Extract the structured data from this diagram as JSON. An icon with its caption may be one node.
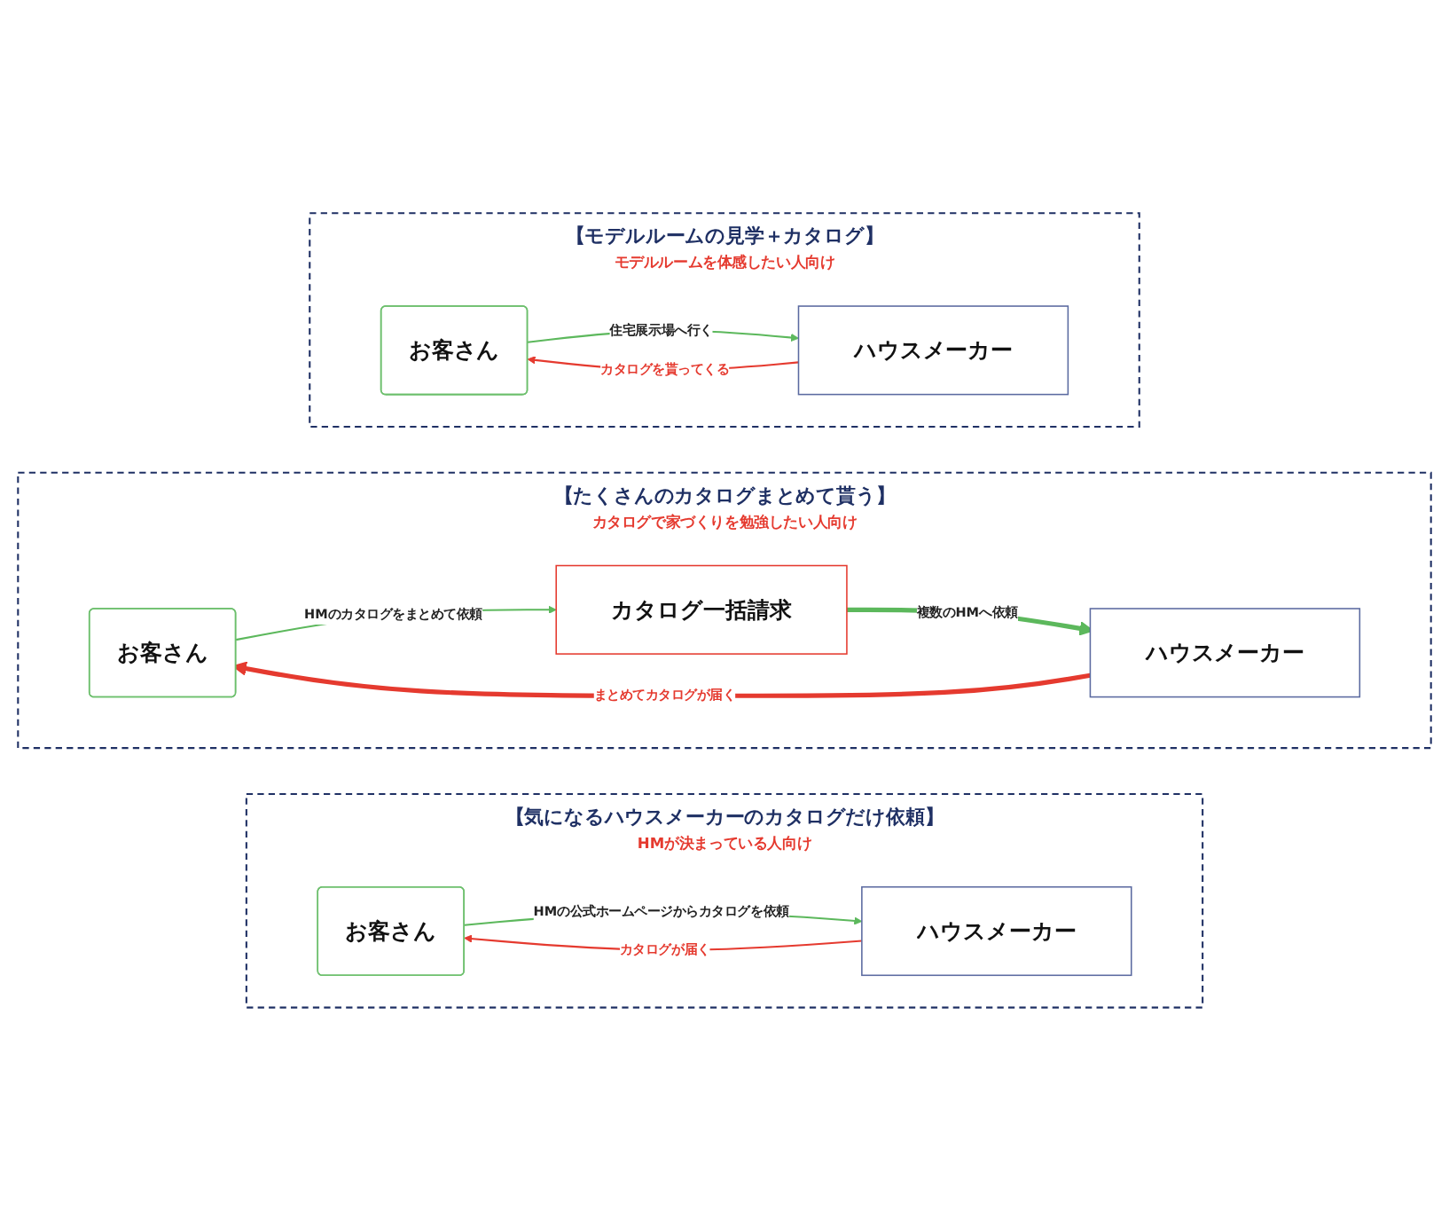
{
  "diagram": {
    "nodes": [
      {
        "text": [
          "【モデルルームの見学＋カタログ】",
          "モデルルームを体感したい人向け"
        ]
      },
      {
        "text": [
          "お客さん"
        ],
        "in": 0
      },
      {
        "text": [
          "ハウスメーカー"
        ],
        "in": 0
      },
      {
        "text": [
          "【たくさんのカタログまとめて貰う】",
          "カタログで家づくりを勉強したい人向け"
        ]
      },
      {
        "text": [
          "お客さん"
        ],
        "in": 3
      },
      {
        "text": [
          "カタログ一括請求"
        ],
        "in": 3
      },
      {
        "text": [
          "ハウスメーカー"
        ],
        "in": 3
      },
      {
        "text": [
          "【気になるハウスメーカーのカタログだけ依頼】",
          "HMが決まっている人向け"
        ]
      },
      {
        "text": [
          "お客さん"
        ],
        "in": 7
      },
      {
        "text": [
          "ハウスメーカー"
        ],
        "in": 7
      }
    ],
    "edges": [
      {
        "from": 1,
        "to": 2,
        "arrow": "to",
        "label": "住宅展示場へ行く",
        "color": "#5cb85c"
      },
      {
        "from": 2,
        "to": 1,
        "arrow": "to",
        "label": "カタログを貰ってくる",
        "color": "#e53a2f"
      },
      {
        "from": 4,
        "to": 5,
        "arrow": "to",
        "label": "HMのカタログをまとめて依頼",
        "color": "#5cb85c"
      },
      {
        "from": 5,
        "to": 6,
        "arrow": "to",
        "label": "複数のHMへ依頼",
        "style": "thick",
        "color": "#5cb85c"
      },
      {
        "from": 6,
        "to": 4,
        "arrow": "to",
        "label": "まとめてカタログが届く",
        "style": "thick",
        "color": "#e53a2f"
      },
      {
        "from": 8,
        "to": 9,
        "arrow": "to",
        "label": "HMの公式ホームページからカタログを依頼",
        "color": "#5cb85c"
      },
      {
        "from": 9,
        "to": 8,
        "arrow": "to",
        "label": "カタログが届く",
        "color": "#e53a2f"
      }
    ]
  }
}
